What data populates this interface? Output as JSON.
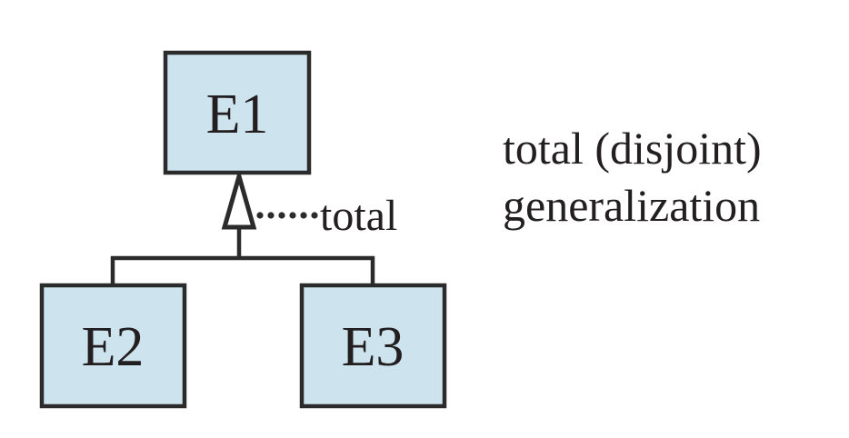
{
  "figure": {
    "background_color": "#ffffff",
    "stroke_color": "#2b2b2b",
    "entity_fill_color": "#cde3ed",
    "text_color": "#231f20"
  },
  "entities": [
    {
      "id": "e1",
      "label": "E1",
      "role": "superclass"
    },
    {
      "id": "e2",
      "label": "E2",
      "role": "subclass"
    },
    {
      "id": "e3",
      "label": "E3",
      "role": "subclass"
    }
  ],
  "relationship": {
    "type": "generalization",
    "arrow": "hollow-triangle",
    "constraint_label": "total",
    "connector_style": "dotted"
  },
  "caption": {
    "line1": "total (disjoint)",
    "line2": "generalization"
  }
}
